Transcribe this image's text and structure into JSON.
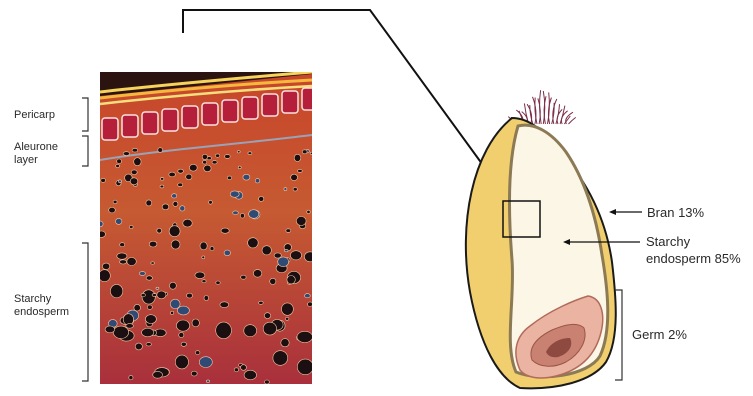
{
  "micrograph_labels": {
    "pericarp": "Pericarp",
    "aleurone_line1": "Aleurone",
    "aleurone_line2": "layer",
    "starchy_line1": "Starchy",
    "starchy_line2": "endosperm"
  },
  "grain_labels": {
    "bran": "Bran 13%",
    "endosperm_line1": "Starchy",
    "endosperm_line2": "endosperm 85%",
    "germ": "Germ 2%"
  },
  "colors": {
    "bran": "#f2cf6e",
    "endosperm": "#fbf6e6",
    "germ": "#e9a99a",
    "hair": "#7a2e48",
    "pericarp": "#b51f3a",
    "tissue": "#c24b2c"
  }
}
